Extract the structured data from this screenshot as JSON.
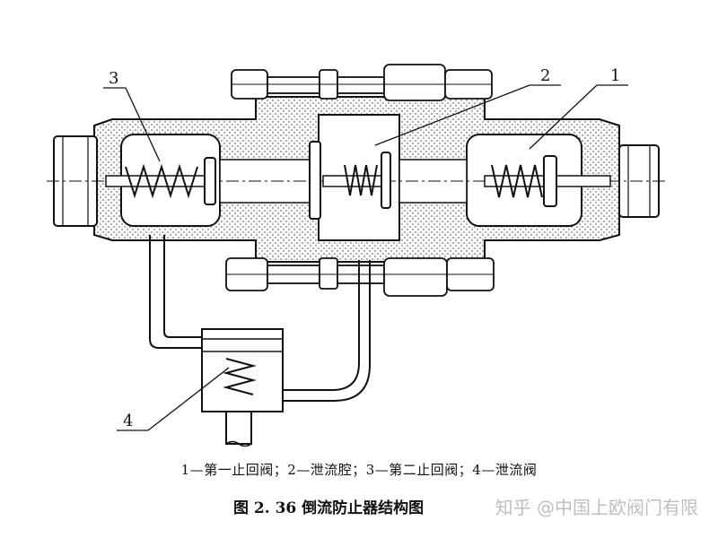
{
  "diagram": {
    "callouts": [
      {
        "id": "1",
        "label": "1"
      },
      {
        "id": "2",
        "label": "2"
      },
      {
        "id": "3",
        "label": "3"
      },
      {
        "id": "4",
        "label": "4"
      }
    ]
  },
  "legend": "1—第一止回阀；2—泄流腔；3—第二止回阀；4—泄流阀",
  "figure_title": "图 2. 36   倒流防止器结构图",
  "watermark": "知乎 @中国上欧阀门有限"
}
